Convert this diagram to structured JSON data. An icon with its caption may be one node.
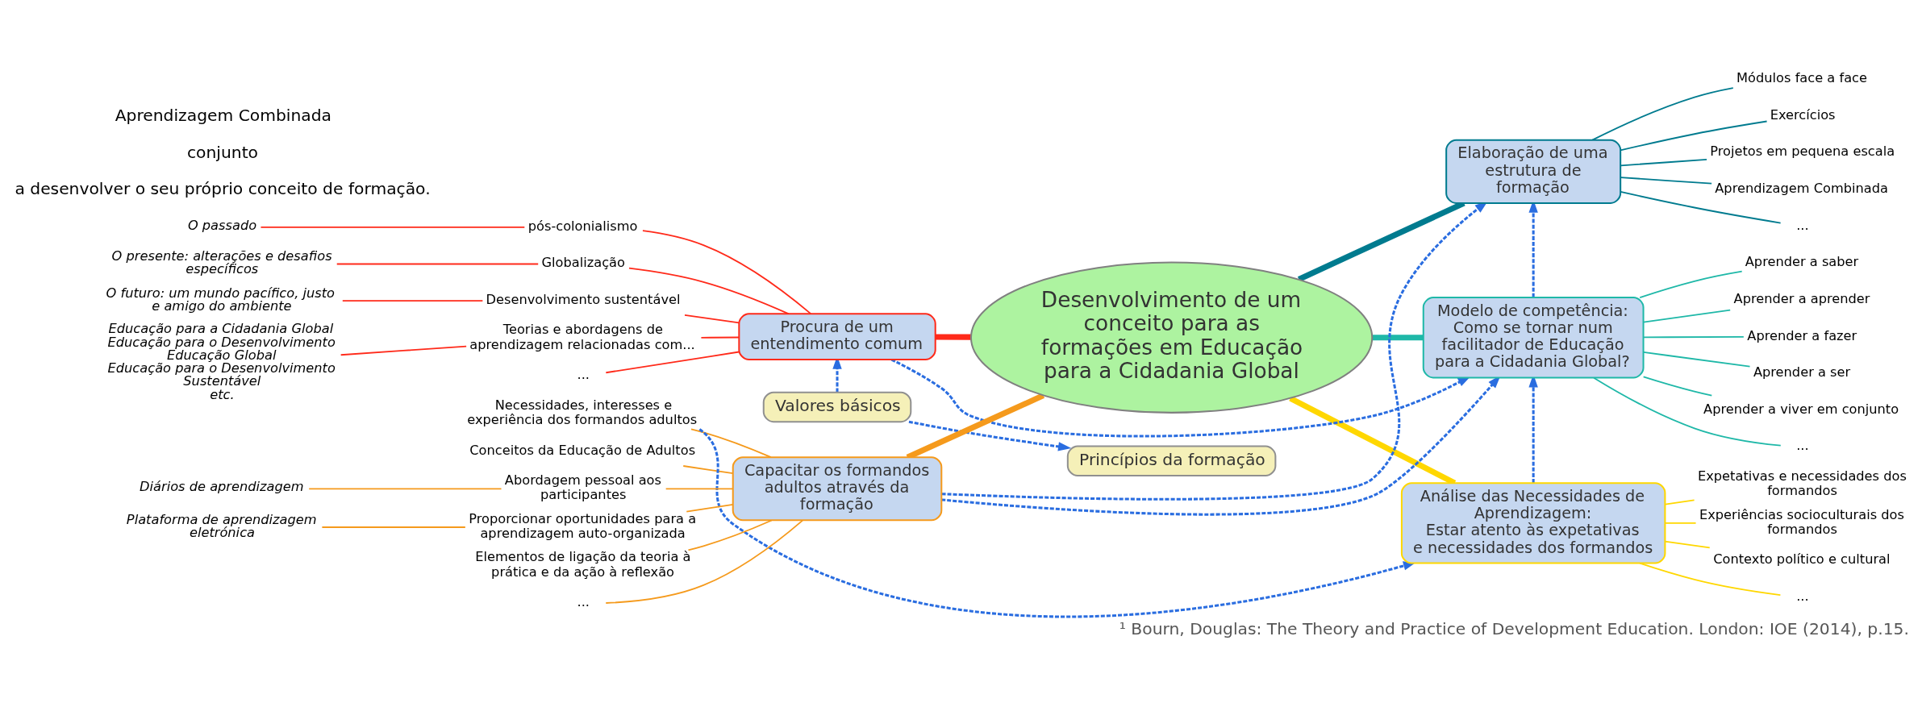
{
  "diagram": {
    "caption": "¹ Bourn, Douglas: The Theory and Practice of Development Education. London: IOE (2014), p.15.",
    "nodes": [
      {
        "text": [
          "Desenvolvimento de um conceito para as formações em Educação para a Cidadania Global"
        ]
      },
      {
        "text": [
          "Valores básicos"
        ]
      },
      {
        "text": [
          "Princípios da formação"
        ]
      },
      {
        "text": [
          "Procura de um entendimento comum"
        ]
      },
      {
        "text": [
          "pós-colonialismo"
        ]
      },
      {
        "text": [
          "O passado"
        ]
      },
      {
        "text": [
          "Globalização"
        ]
      },
      {
        "text": [
          "O presente: alterações e desafios específicos"
        ]
      },
      {
        "text": [
          "Desenvolvimento sustentável"
        ]
      },
      {
        "text": [
          "O futuro: um mundo pacífico, justo e amigo do ambiente"
        ]
      },
      {
        "text": [
          "Teorias e abordagens de aprendizagem relacionadas com..."
        ]
      },
      {
        "text": [
          "Educação para a Cidadania Global",
          "Educação para o Desenvolvimento",
          "Educação Global",
          "Educação para o Desenvolvimento Sustentável",
          "etc."
        ]
      },
      {
        "text": [
          "..."
        ]
      },
      {
        "text": [
          "Capacitar os formandos adultos através da formação"
        ]
      },
      {
        "text": [
          "Conceitos da Educação de Adultos"
        ]
      },
      {
        "text": [
          "Necessidades, interesses e experiência dos formandos adultos"
        ]
      },
      {
        "text": [
          "Abordagem pessoal aos participantes"
        ]
      },
      {
        "text": [
          "Diários de aprendizagem"
        ]
      },
      {
        "text": [
          "Proporcionar oportunidades para a aprendizagem auto-organizada"
        ]
      },
      {
        "text": [
          "Plataforma de aprendizagem eletrónica"
        ]
      },
      {
        "text": [
          "Elementos de ligação da teoria à prática e da ação à reflexão"
        ]
      },
      {
        "text": [
          "..."
        ]
      },
      {
        "text": [
          "Elaboração de uma estrutura de formação"
        ]
      },
      {
        "text": [
          "Módulos face a face"
        ]
      },
      {
        "text": [
          "Exercícios"
        ]
      },
      {
        "text": [
          "Projetos em pequena escala"
        ]
      },
      {
        "text": [
          "Aprendizagem Combinada"
        ]
      },
      {
        "text": [
          "..."
        ]
      },
      {
        "text": [
          "Modelo de competência:",
          "Como se tornar num facilitador de Educação para a Cidadania Global?"
        ]
      },
      {
        "text": [
          "Aprender a saber"
        ]
      },
      {
        "text": [
          "Aprender a aprender"
        ]
      },
      {
        "text": [
          "Aprender a fazer"
        ]
      },
      {
        "text": [
          "Aprender a ser"
        ]
      },
      {
        "text": [
          "Aprender a viver em conjunto"
        ]
      },
      {
        "text": [
          "..."
        ]
      },
      {
        "text": [
          "Análise das Necessidades de Aprendizagem:",
          "Estar atento às expetativas e necessidades dos formandos"
        ]
      },
      {
        "text": [
          "Expetativas e necessidades dos formandos"
        ]
      },
      {
        "text": [
          "Experiências socioculturais dos formandos"
        ]
      },
      {
        "text": [
          "Contexto político e cultural"
        ]
      },
      {
        "text": [
          "..."
        ]
      }
    ],
    "edges": [
      {
        "from": 0,
        "to": 3,
        "arrow": "none",
        "style": "thick",
        "color": "#ff2a1a"
      },
      {
        "from": 3,
        "to": 4,
        "arrow": "none",
        "color": "#ff2a1a"
      },
      {
        "from": 4,
        "to": 5,
        "arrow": "none",
        "color": "#ff2a1a"
      },
      {
        "from": 3,
        "to": 6,
        "arrow": "none",
        "color": "#ff2a1a"
      },
      {
        "from": 6,
        "to": 7,
        "arrow": "none",
        "color": "#ff2a1a"
      },
      {
        "from": 3,
        "to": 8,
        "arrow": "none",
        "color": "#ff2a1a"
      },
      {
        "from": 8,
        "to": 9,
        "arrow": "none",
        "color": "#ff2a1a"
      },
      {
        "from": 3,
        "to": 10,
        "arrow": "none",
        "color": "#ff2a1a"
      },
      {
        "from": 10,
        "to": 11,
        "arrow": "none",
        "color": "#ff2a1a"
      },
      {
        "from": 3,
        "to": 12,
        "arrow": "none",
        "color": "#ff2a1a"
      },
      {
        "from": 0,
        "to": 13,
        "arrow": "none",
        "style": "thick",
        "color": "#f59a1c"
      },
      {
        "from": 13,
        "to": 14,
        "arrow": "none",
        "color": "#f59a1c"
      },
      {
        "from": 13,
        "to": 15,
        "arrow": "none",
        "color": "#f59a1c"
      },
      {
        "from": 13,
        "to": 16,
        "arrow": "none",
        "color": "#f59a1c"
      },
      {
        "from": 16,
        "to": 17,
        "arrow": "none",
        "color": "#f59a1c"
      },
      {
        "from": 13,
        "to": 18,
        "arrow": "none",
        "color": "#f59a1c"
      },
      {
        "from": 18,
        "to": 19,
        "arrow": "none",
        "color": "#f59a1c"
      },
      {
        "from": 13,
        "to": 20,
        "arrow": "none",
        "color": "#f59a1c"
      },
      {
        "from": 13,
        "to": 21,
        "arrow": "none",
        "color": "#f59a1c"
      },
      {
        "from": 0,
        "to": 22,
        "arrow": "none",
        "style": "thick",
        "color": "#007b8f"
      },
      {
        "from": 22,
        "to": 23,
        "arrow": "none",
        "color": "#007b8f"
      },
      {
        "from": 22,
        "to": 24,
        "arrow": "none",
        "color": "#007b8f"
      },
      {
        "from": 22,
        "to": 25,
        "arrow": "none",
        "color": "#007b8f"
      },
      {
        "from": 22,
        "to": 26,
        "arrow": "none",
        "color": "#007b8f"
      },
      {
        "from": 22,
        "to": 27,
        "arrow": "none",
        "color": "#007b8f"
      },
      {
        "from": 0,
        "to": 28,
        "arrow": "none",
        "style": "thick",
        "color": "#1fb8a8"
      },
      {
        "from": 28,
        "to": 29,
        "arrow": "none",
        "color": "#1fb8a8"
      },
      {
        "from": 28,
        "to": 30,
        "arrow": "none",
        "color": "#1fb8a8"
      },
      {
        "from": 28,
        "to": 31,
        "arrow": "none",
        "color": "#1fb8a8"
      },
      {
        "from": 28,
        "to": 32,
        "arrow": "none",
        "color": "#1fb8a8"
      },
      {
        "from": 28,
        "to": 33,
        "arrow": "none",
        "color": "#1fb8a8"
      },
      {
        "from": 28,
        "to": 34,
        "arrow": "none",
        "color": "#1fb8a8"
      },
      {
        "from": 0,
        "to": 35,
        "arrow": "none",
        "style": "thick",
        "color": "#ffd700"
      },
      {
        "from": 35,
        "to": 36,
        "arrow": "none",
        "color": "#ffd700"
      },
      {
        "from": 35,
        "to": 37,
        "arrow": "none",
        "color": "#ffd700"
      },
      {
        "from": 35,
        "to": 38,
        "arrow": "none",
        "color": "#ffd700"
      },
      {
        "from": 35,
        "to": 39,
        "arrow": "none",
        "color": "#ffd700"
      },
      {
        "from": 1,
        "to": 2,
        "arrow": "to",
        "style": "dashed",
        "color": "#2a6de0"
      },
      {
        "from": 1,
        "to": 3,
        "arrow": "to",
        "style": "dashed",
        "color": "#2a6de0"
      },
      {
        "from": 3,
        "to": 28,
        "arrow": "to",
        "style": "dashed",
        "color": "#2a6de0"
      },
      {
        "from": 15,
        "to": 35,
        "arrow": "to",
        "style": "dashed",
        "color": "#2a6de0"
      },
      {
        "from": 13,
        "to": 22,
        "arrow": "to",
        "style": "dashed",
        "color": "#2a6de0"
      },
      {
        "from": 13,
        "to": 28,
        "arrow": "to",
        "style": "dashed",
        "color": "#2a6de0"
      },
      {
        "from": 35,
        "to": 28,
        "arrow": "to",
        "style": "dashed",
        "color": "#2a6de0"
      },
      {
        "from": 28,
        "to": 22,
        "arrow": "to",
        "style": "dashed",
        "color": "#2a6de0"
      }
    ],
    "labels": [
      "a desenvolver o seu próprio conceito de formação.",
      "conjunto",
      "Aprendizagem Combinada"
    ]
  }
}
